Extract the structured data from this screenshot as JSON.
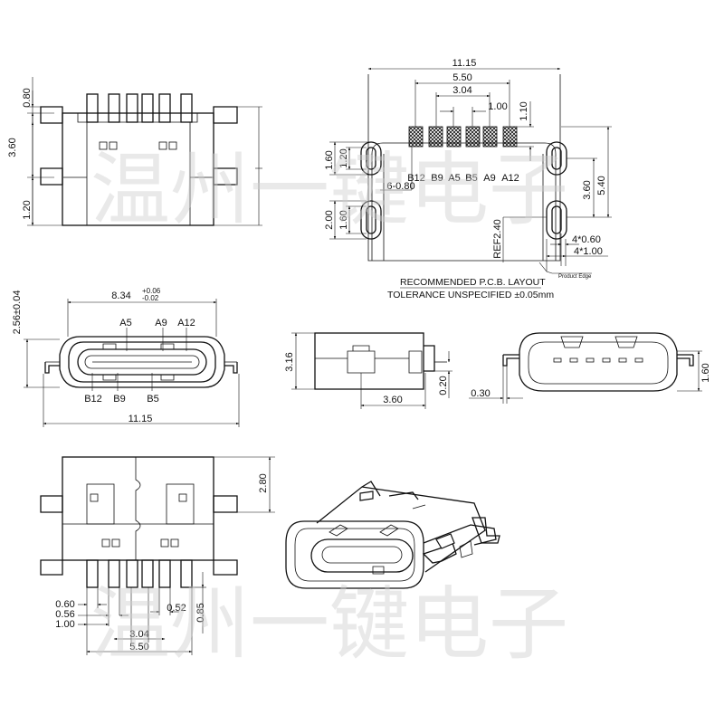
{
  "watermark": {
    "text": "温州一键电子"
  },
  "top_left_view": {
    "dim_top": "0.80",
    "dim_height": "3.60",
    "dim_bottom": "1.20"
  },
  "pcb_layout": {
    "dim_total_width": "11.15",
    "dim_outer_pads": "5.50",
    "dim_inner_pads": "3.04",
    "dim_pitch": "1.00",
    "dim_pad_height": "1.10",
    "dim_slot1_height": "1.60",
    "dim_slot1_width": "1.20",
    "dim_pad_count": "6-0.80",
    "dim_slot2_height": "2.00",
    "dim_slot2_width": "1.60",
    "dim_ref": "REF2.40",
    "dim_slot_spacing": "3.60",
    "dim_total_height": "5.40",
    "dim_slot_diameter": "4*0.60",
    "dim_slot_length": "4*1.00",
    "pad_labels": [
      "B12",
      "B9",
      "A5",
      "B5",
      "A9",
      "A12"
    ],
    "product_edge": "Product Edge",
    "title": "RECOMMENDED  P.C.B. LAYOUT",
    "tolerance": "TOLERANCE  UNSPECIFIED  ±0.05mm"
  },
  "front_view": {
    "dim_height": "2.56±0.04",
    "dim_opening_base": "8.34",
    "dim_opening_tol_upper": "+0.06",
    "dim_opening_tol_lower": "-0.02",
    "labels_top": [
      "A5",
      "A9",
      "A12"
    ],
    "labels_bottom": [
      "B12",
      "B9",
      "B5"
    ],
    "dim_width": "11.15"
  },
  "side_view": {
    "dim_height": "3.16",
    "dim_length": "3.60",
    "dim_tail": "0.20"
  },
  "rear_view": {
    "dim_offset": "0.30",
    "dim_height": "1.60"
  },
  "bottom_view": {
    "dim_right_height": "2.80",
    "dim_pin_width": "0.60",
    "dim_pin_width_b": "0.56",
    "dim_pin_pitch": "1.00",
    "dim_pin_gap": "0.52",
    "dim_pin_length": "0.85",
    "dim_inner_span": "3.04",
    "dim_outer_span": "5.50"
  }
}
